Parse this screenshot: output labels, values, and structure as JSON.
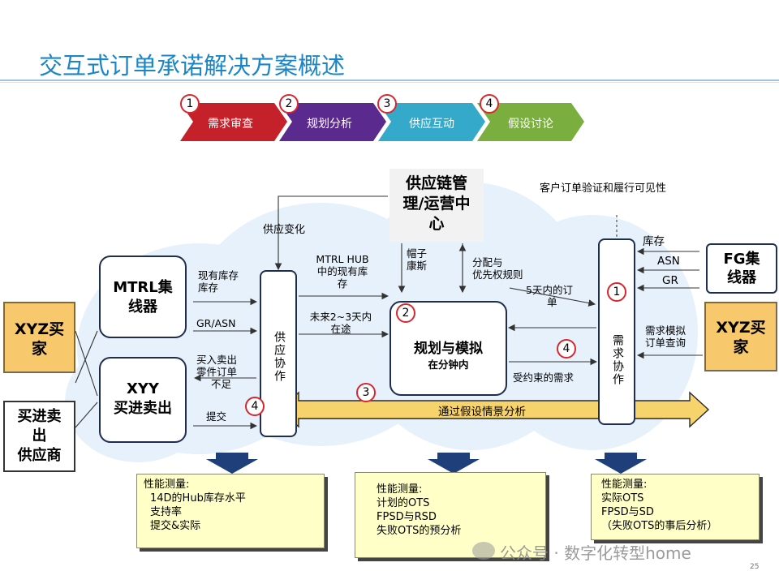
{
  "title": "交互式订单承诺解决方案概述",
  "steps": [
    {
      "num": "1",
      "label": "需求审查",
      "color": "#c5212b"
    },
    {
      "num": "2",
      "label": "规划分析",
      "color": "#5a2a8e"
    },
    {
      "num": "3",
      "label": "供应互动",
      "color": "#34a9c9"
    },
    {
      "num": "4",
      "label": "假设讨论",
      "color": "#7aae3e"
    }
  ],
  "scm_box": {
    "line1": "供应链管",
    "line2": "理/运营中",
    "line3": "心"
  },
  "top_right_label": "客户订单验证和履行可见性",
  "supply_change": "供应变化",
  "mtrl_box": {
    "line1": "MTRL集",
    "line2": "线器"
  },
  "xyy_box": {
    "line1": "XYY",
    "line2": "买进卖出"
  },
  "xyz_left": {
    "line1": "XYZ买",
    "line2": "家"
  },
  "xyz_right": {
    "line1": "XYZ买",
    "line2": "家"
  },
  "broker_box": {
    "line1": "买进卖",
    "line2": "出",
    "line3": "供应商"
  },
  "fg_box": {
    "line1": "FG集",
    "line2": "线器"
  },
  "supply_collab": "供应协作",
  "demand_collab": "需求协作",
  "plan_box": {
    "line1": "规划与模拟",
    "line2": "在分钟内"
  },
  "labels": {
    "stock1": "现有库存",
    "stock2": "库存",
    "gr_asn": "GR/ASN",
    "buy1": "买入卖出",
    "buy2": "零件订单",
    "buy3": "不足",
    "submit": "提交",
    "hub1": "MTRL HUB",
    "hub2": "中的现有库",
    "hub3": "存",
    "future1": "未来2~3天内",
    "future2": "在途",
    "hat1": "帽子",
    "hat2": "康斯",
    "alloc1": "分配与",
    "alloc2": "优先权规则",
    "five1": "5天内的订",
    "five2": "单",
    "constrained": "受约束的需求",
    "demand_sim1": "需求模拟",
    "demand_sim2": "订单查询",
    "inv": "库存",
    "asn": "ASN",
    "gr": "GR",
    "whatif": "通过假设情景分析"
  },
  "markers": {
    "m1": "1",
    "m2": "2",
    "m3": "3",
    "m4a": "4",
    "m4b": "4"
  },
  "notes": [
    {
      "title": "性能测量:",
      "items": [
        "14D的Hub库存水平",
        "支持率",
        "提交&实际"
      ]
    },
    {
      "title": "性能测量:",
      "items": [
        "计划的OTS",
        "FPSD与RSD",
        "失败OTS的预分析"
      ]
    },
    {
      "title": "性能测量:",
      "items": [
        "实际OTS",
        "FPSD与SD",
        "（失败OTS的事后分析）"
      ]
    }
  ],
  "watermark": "公众号 · 数字化转型home",
  "page_number": "25"
}
